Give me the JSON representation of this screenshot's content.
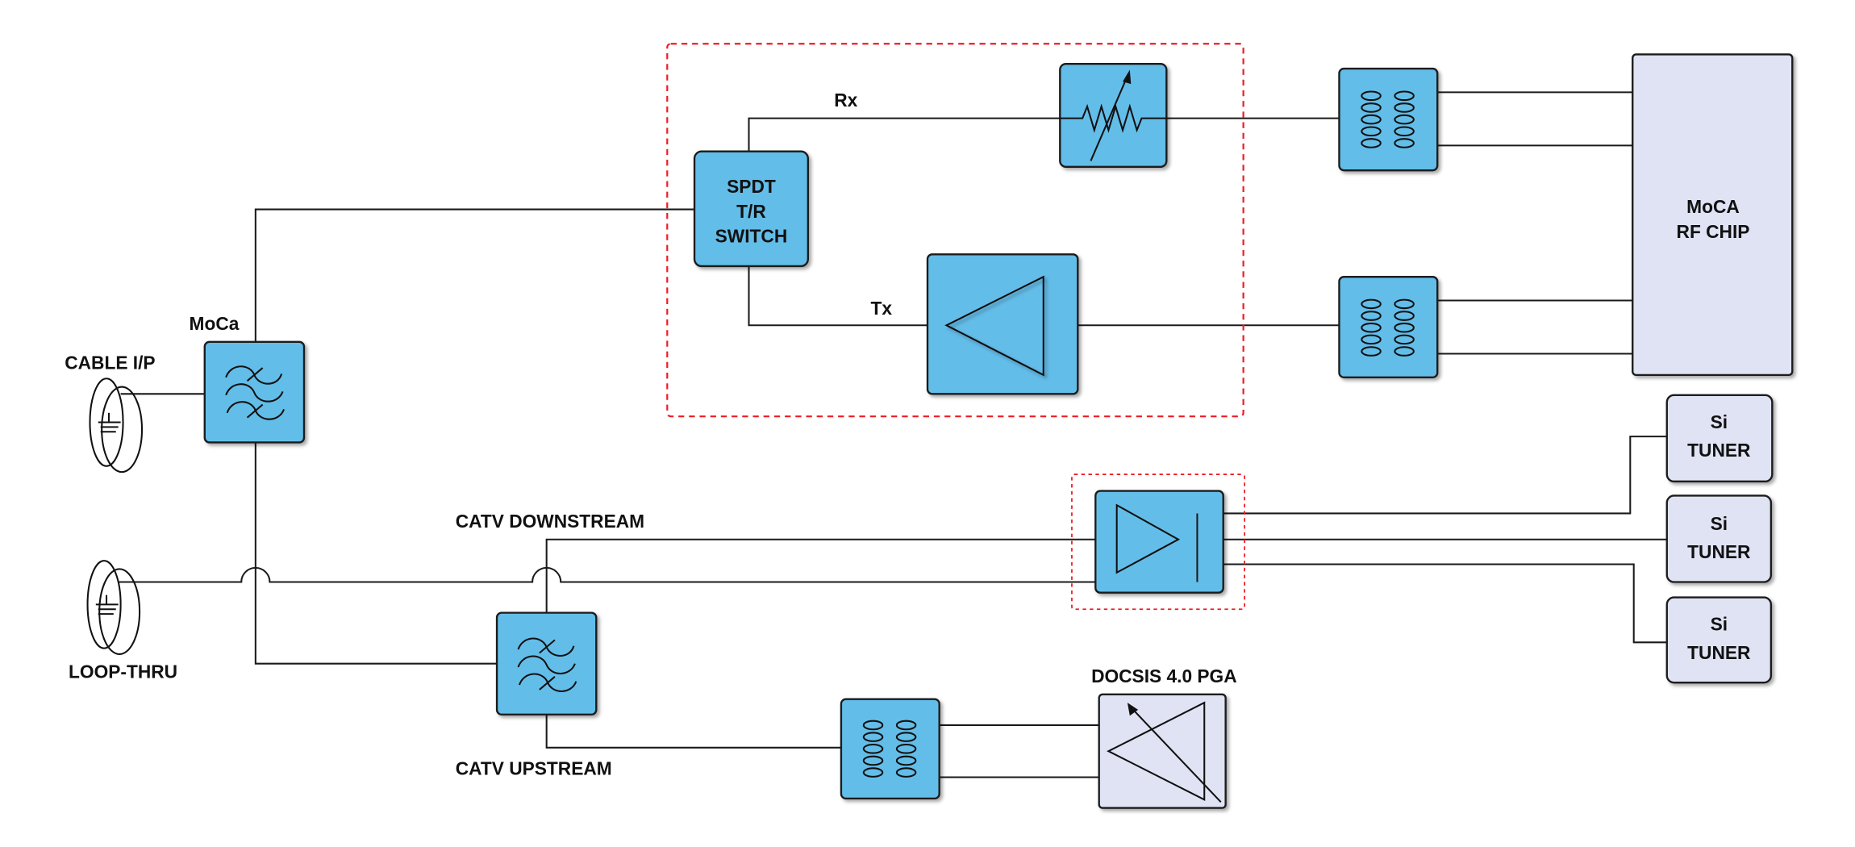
{
  "labels": {
    "cable_ip": "CABLE I/P",
    "loop_thru": "LOOP-THRU",
    "moca_filter": "MoCa",
    "catv_downstream": "CATV DOWNSTREAM",
    "catv_upstream": "CATV UPSTREAM",
    "rx": "Rx",
    "tx": "Tx",
    "docsis_pga": "DOCSIS 4.0 PGA"
  },
  "spdt_switch": {
    "line1": "SPDT",
    "line2": "T/R",
    "line3": "SWITCH"
  },
  "moca_chip": {
    "line1": "MoCA",
    "line2": "RF CHIP"
  },
  "tuners": [
    {
      "line1": "Si",
      "line2": "TUNER"
    },
    {
      "line1": "Si",
      "line2": "TUNER"
    },
    {
      "line1": "Si",
      "line2": "TUNER"
    }
  ],
  "colors": {
    "block_blue": "#63bde9",
    "block_lavender": "#dfe3f4",
    "highlight_dashed": "#ee1c24"
  }
}
